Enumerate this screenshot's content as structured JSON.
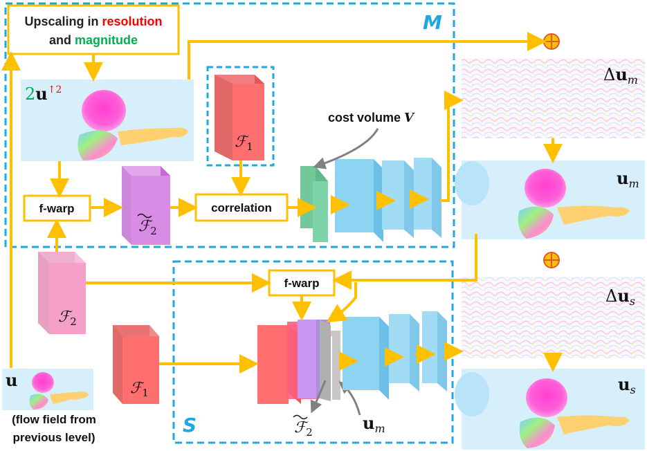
{
  "labels": {
    "upscaling_line1_prefix": "Upscaling in ",
    "upscaling_line1_red": "resolution",
    "upscaling_line2_prefix": "and ",
    "upscaling_line2_green": "magnitude",
    "module_m": "M",
    "module_s": "S",
    "upscaled_flow_factor": "2",
    "upscaled_flow_symbol": "u",
    "upscaled_flow_sup": "↑2",
    "feature1_symbol": "ℱ",
    "feature1_sub": "1",
    "feature2_symbol": "ℱ",
    "feature2_sub": "2",
    "feature2_warped_symbol": "ℱ",
    "feature2_warped_sub": "2",
    "fwarp_m": "f-warp",
    "fwarp_s": "f-warp",
    "correlation": "correlation",
    "cost_volume_text": "cost volume ",
    "cost_volume_symbol": "V",
    "delta_um_prefix": "Δ",
    "delta_um_symbol": "u",
    "delta_um_sub": "m",
    "um_symbol": "u",
    "um_sub": "m",
    "delta_us_prefix": "Δ",
    "delta_us_symbol": "u",
    "delta_us_sub": "s",
    "us_symbol": "u",
    "us_sub": "s",
    "um_concat_symbol": "u",
    "um_concat_sub": "m",
    "prev_flow_symbol": "u",
    "prev_flow_caption_line1": "(flow field from",
    "prev_flow_caption_line2": "previous level)",
    "plus_symbol": "⊕"
  },
  "colors": {
    "arrow": "#ffc000",
    "module_border": "#1ea7e1",
    "module_label": "#1ea7e1",
    "resolution_text": "#ff0000",
    "magnitude_text": "#00b050",
    "feature1_front": "#ff6f6f",
    "feature1_side": "#e05a5a",
    "feature1_top": "#f08b8b",
    "feature2_front": "#f4a0c8",
    "feature2_side": "#e387b5",
    "feature2_top": "#f7bfd9",
    "warped_front": "#d98ce6",
    "warped_side": "#c06fd0",
    "cost_volume_front": "#7fd3a8",
    "cnn_front": "#8dd4f2",
    "cnn_side": "#6cc0e6"
  }
}
